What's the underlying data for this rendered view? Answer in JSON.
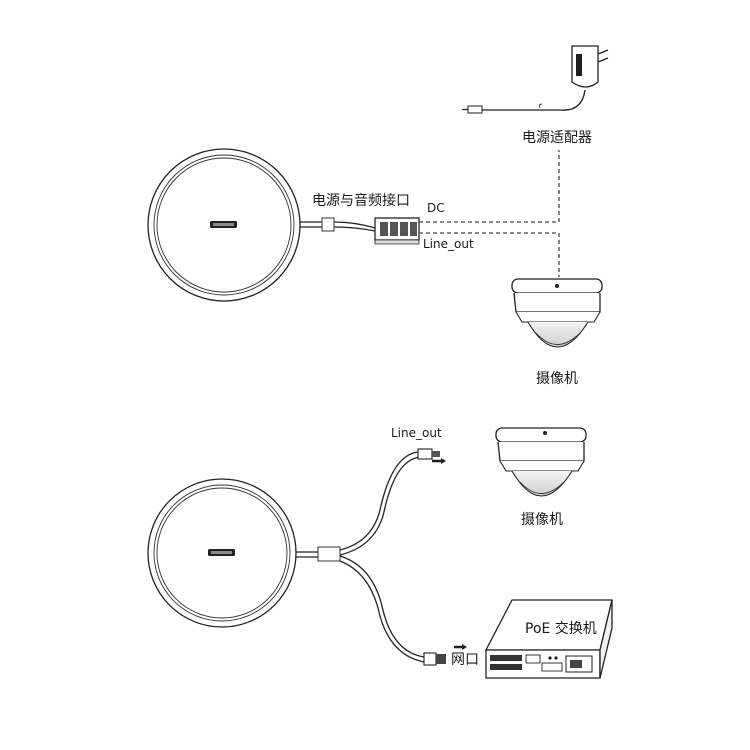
{
  "diagram1": {
    "adapter_label": "电源适配器",
    "connector_label": "电源与音频接口",
    "dc_label": "DC",
    "lineout_label": "Line_out",
    "camera_label": "摄像机"
  },
  "diagram2": {
    "lineout_label": "Line_out",
    "camera_label": "摄像机",
    "switch_label": "PoE 交换机",
    "network_label": "网口"
  },
  "colors": {
    "stroke": "#222222",
    "background": "#ffffff"
  }
}
